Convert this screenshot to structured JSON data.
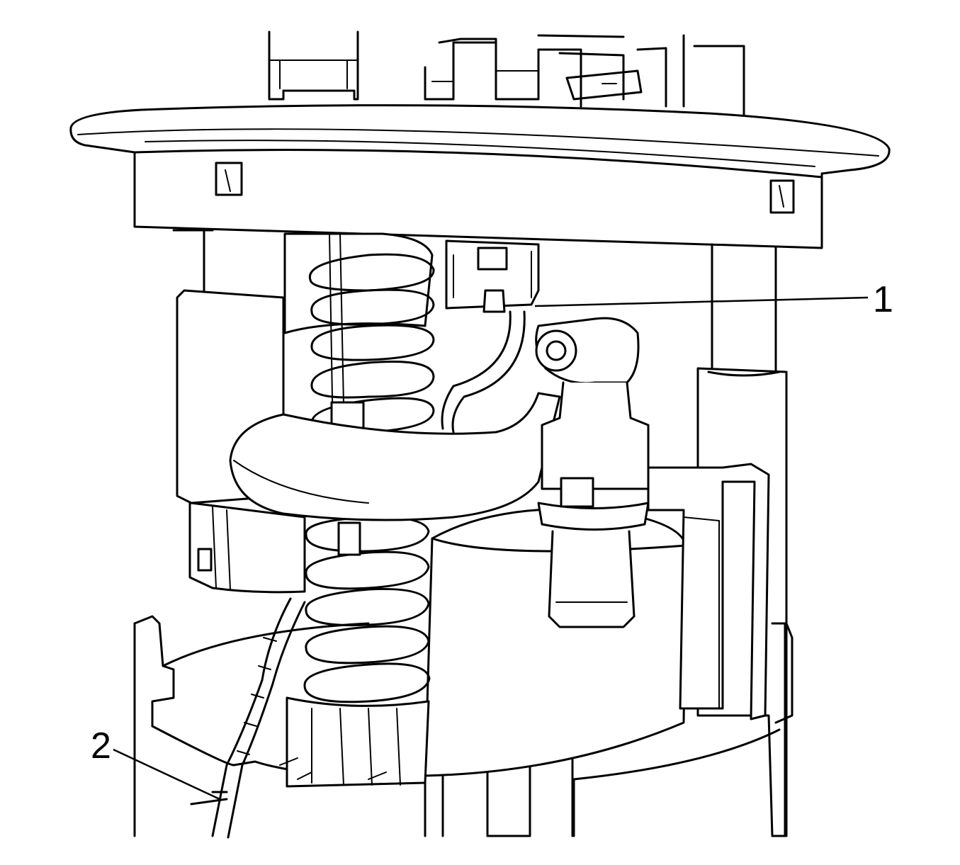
{
  "diagram": {
    "callouts": [
      {
        "id": "1",
        "label": "1"
      },
      {
        "id": "2",
        "label": "2"
      }
    ],
    "line_color": "#000000",
    "background": "#ffffff"
  }
}
